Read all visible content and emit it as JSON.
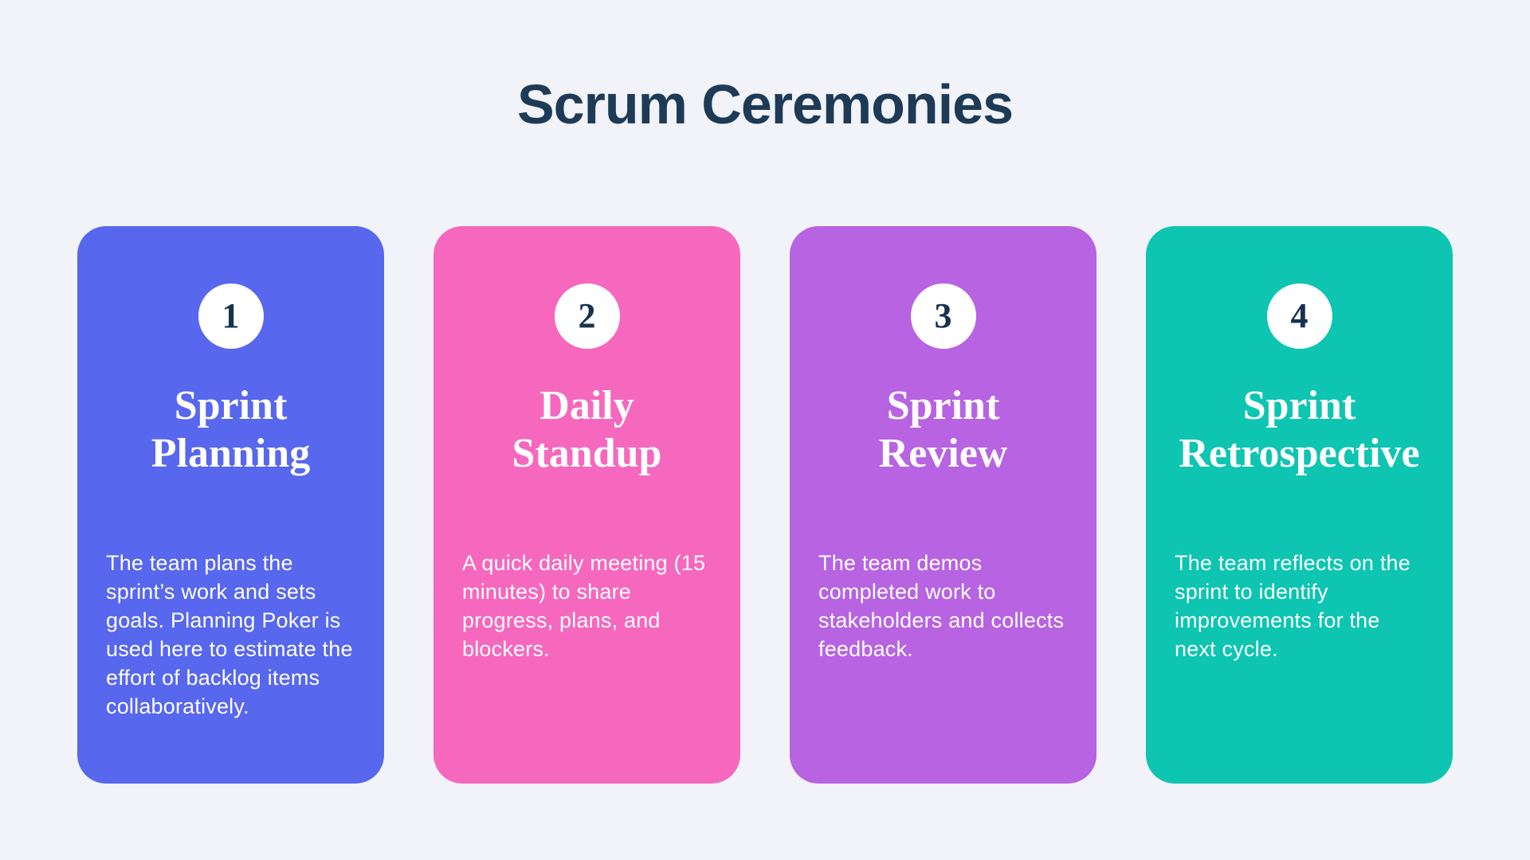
{
  "page": {
    "title": "Scrum Ceremonies",
    "background_color": "#F1F3F9",
    "title_color": "#1D3A56"
  },
  "badge": {
    "background_color": "#FFFFFF",
    "number_color": "#16324F"
  },
  "cards": [
    {
      "number": "1",
      "title": "Sprint Planning",
      "title_lines": [
        "Sprint",
        "Planning"
      ],
      "description": "The team plans the sprint’s work and sets goals. Planning Poker is used here to estimate the effort of backlog items collaboratively.",
      "color": "#5767EE"
    },
    {
      "number": "2",
      "title": "Daily Standup",
      "title_lines": [
        "Daily",
        "Standup"
      ],
      "description": "A quick daily meeting (15 minutes) to share progress, plans, and blockers.",
      "color": "#F668BE"
    },
    {
      "number": "3",
      "title": "Sprint Review",
      "title_lines": [
        "Sprint",
        "Review"
      ],
      "description": "The team demos completed work to stakeholders and collects feedback.",
      "color": "#B763E2"
    },
    {
      "number": "4",
      "title": "Sprint Retrospective",
      "title_lines": [
        "Sprint",
        "Retrospective"
      ],
      "description": "The team reflects on the sprint to identify improvements for the next cycle.",
      "color": "#0DC5B1"
    }
  ]
}
